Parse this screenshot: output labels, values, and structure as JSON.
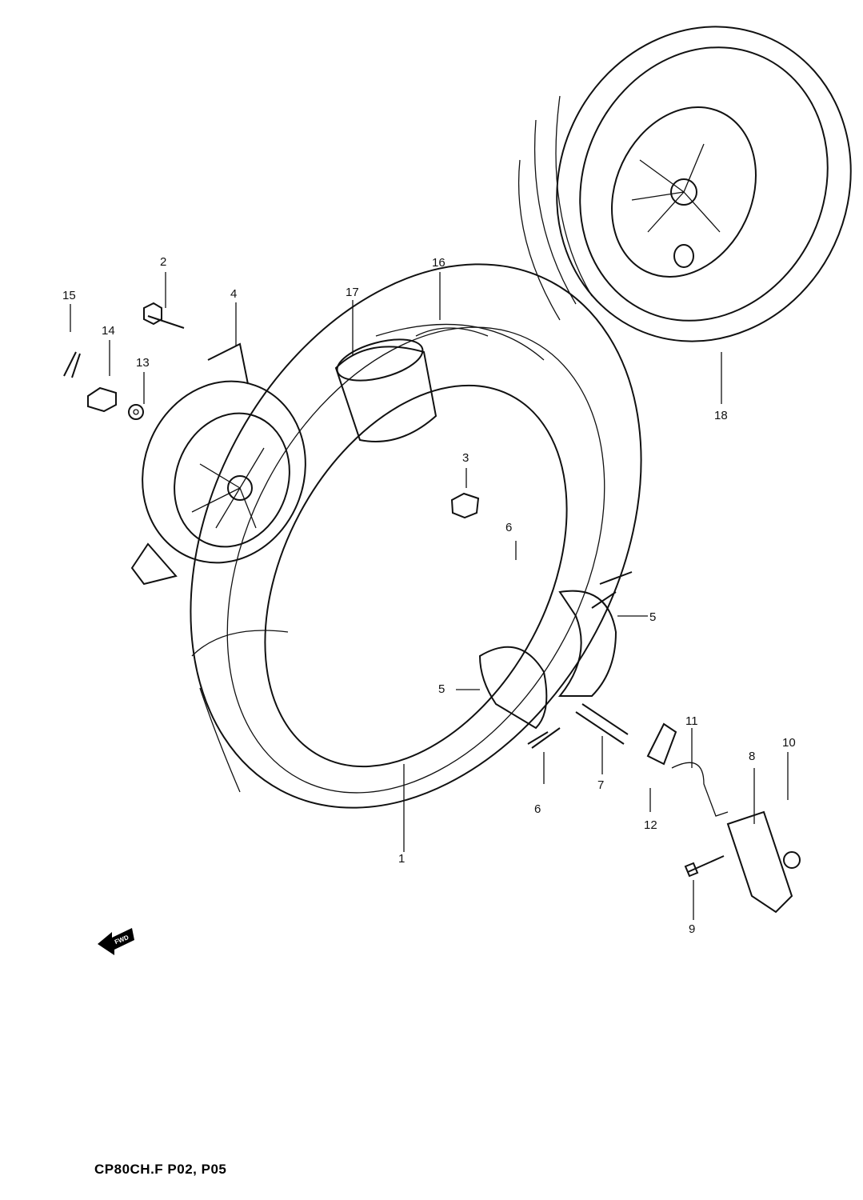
{
  "diagram": {
    "part_labels": [
      "1",
      "2",
      "3",
      "4",
      "5",
      "5",
      "6",
      "6",
      "7",
      "8",
      "9",
      "10",
      "11",
      "12",
      "13",
      "14",
      "15",
      "16",
      "17",
      "18"
    ],
    "fwd_arrow_text": "FWD",
    "model_code": "CP80CH.F P02, P05"
  }
}
